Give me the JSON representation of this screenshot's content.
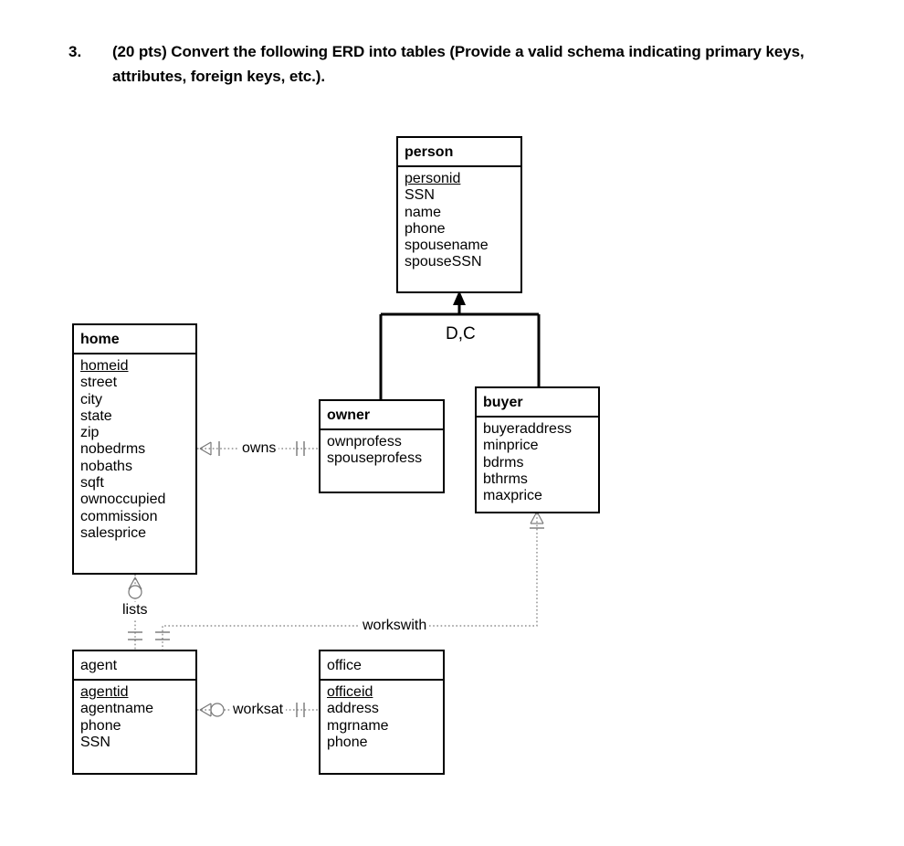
{
  "question": {
    "number": "3.",
    "text": "(20 pts) Convert the following ERD into tables (Provide a valid schema indicating primary keys, attributes, foreign keys, etc.)."
  },
  "diagram": {
    "type": "erd",
    "entities": [
      {
        "id": "person",
        "name": "person",
        "bold_title": true,
        "attributes": [
          {
            "name": "personid",
            "pk": true
          },
          {
            "name": "SSN",
            "pk": false
          },
          {
            "name": "name",
            "pk": false
          },
          {
            "name": "phone",
            "pk": false
          },
          {
            "name": "spousename",
            "pk": false
          },
          {
            "name": "spouseSSN",
            "pk": false
          }
        ]
      },
      {
        "id": "home",
        "name": "home",
        "bold_title": true,
        "attributes": [
          {
            "name": "homeid",
            "pk": true
          },
          {
            "name": "street",
            "pk": false
          },
          {
            "name": "city",
            "pk": false
          },
          {
            "name": "state",
            "pk": false
          },
          {
            "name": "zip",
            "pk": false
          },
          {
            "name": "nobedrms",
            "pk": false
          },
          {
            "name": "nobaths",
            "pk": false
          },
          {
            "name": "sqft",
            "pk": false
          },
          {
            "name": "ownoccupied",
            "pk": false
          },
          {
            "name": "commission",
            "pk": false
          },
          {
            "name": "salesprice",
            "pk": false
          }
        ]
      },
      {
        "id": "owner",
        "name": "owner",
        "bold_title": true,
        "attributes": [
          {
            "name": "ownprofess",
            "pk": false
          },
          {
            "name": "spouseprofess",
            "pk": false
          }
        ]
      },
      {
        "id": "buyer",
        "name": "buyer",
        "bold_title": true,
        "attributes": [
          {
            "name": "buyeraddress",
            "pk": false
          },
          {
            "name": "minprice",
            "pk": false
          },
          {
            "name": "bdrms",
            "pk": false
          },
          {
            "name": "bthrms",
            "pk": false
          },
          {
            "name": "maxprice",
            "pk": false
          }
        ]
      },
      {
        "id": "agent",
        "name": "agent",
        "bold_title": false,
        "attributes": [
          {
            "name": "agentid",
            "pk": true
          },
          {
            "name": "agentname",
            "pk": false
          },
          {
            "name": "phone",
            "pk": false
          },
          {
            "name": "SSN",
            "pk": false
          }
        ]
      },
      {
        "id": "office",
        "name": "office",
        "bold_title": false,
        "attributes": [
          {
            "name": "officeid",
            "pk": true
          },
          {
            "name": "address",
            "pk": false
          },
          {
            "name": "mgrname",
            "pk": false
          },
          {
            "name": "phone",
            "pk": false
          }
        ]
      }
    ],
    "relationships": [
      {
        "id": "owns",
        "label": "owns",
        "from": "home",
        "to": "owner",
        "from_cardinality": "one-or-many",
        "to_cardinality": "exactly-one"
      },
      {
        "id": "lists",
        "label": "lists",
        "from": "home",
        "to": "agent",
        "from_cardinality": "zero-or-many",
        "to_cardinality": "exactly-one"
      },
      {
        "id": "workswith",
        "label": "workswith",
        "from": "buyer",
        "to": "agent",
        "from_cardinality": "one-or-many",
        "to_cardinality": "exactly-one"
      },
      {
        "id": "worksat",
        "label": "worksat",
        "from": "agent",
        "to": "office",
        "from_cardinality": "zero-or-many",
        "to_cardinality": "exactly-one"
      }
    ],
    "inheritance": {
      "parent": "person",
      "children": [
        "owner",
        "buyer"
      ],
      "constraint_label": "D,C"
    }
  }
}
